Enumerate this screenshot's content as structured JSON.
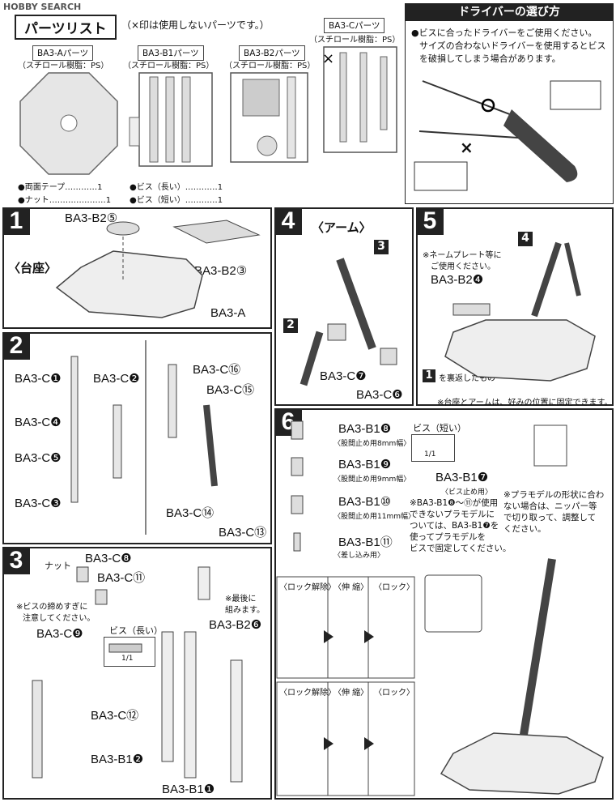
{
  "header": {
    "logo": "HOBBY SEARCH",
    "parts_list_title": "パーツリスト",
    "parts_list_note": "（×印は使用しないパーツです。）"
  },
  "parts": {
    "ba3a": {
      "name": "BA3-Aパーツ",
      "material": "（スチロール樹脂：PS）"
    },
    "ba3b1": {
      "name": "BA3-B1パーツ",
      "material": "（スチロール樹脂：PS）"
    },
    "ba3b2": {
      "name": "BA3-B2パーツ",
      "material": "（スチロール樹脂：PS）"
    },
    "ba3c": {
      "name": "BA3-Cパーツ",
      "material": "（スチロール樹脂：PS）"
    }
  },
  "extras": [
    {
      "name": "●両面テープ",
      "dots": "…………",
      "qty": "1"
    },
    {
      "name": "●ナット",
      "dots": "…………………",
      "qty": "1"
    },
    {
      "name": "●ビス（長い）",
      "dots": "…………",
      "qty": "1"
    },
    {
      "name": "●ビス（短い）",
      "dots": "…………",
      "qty": "1"
    }
  ],
  "driver": {
    "title": "ドライバーの選び方",
    "bullet1": "●ビスに合ったドライバーをご使用ください。",
    "bullet2a": "サイズの合わないドライバーを使用するとビス",
    "bullet2b": "を破損してしまう場合があります。",
    "ok": "○",
    "ng": "×"
  },
  "step1": {
    "num": "1",
    "label_base": "〈台座〉",
    "p1": "BA3-B2⑤",
    "p2": "BA3-B2③",
    "p3": "BA3-A"
  },
  "step2": {
    "num": "2",
    "p1": "BA3-C❶",
    "p2": "BA3-C❷",
    "p3": "BA3-C❹",
    "p4": "BA3-C❺",
    "p5": "BA3-C❸",
    "p6": "BA3-C⑯",
    "p7": "BA3-C⑮",
    "p8": "BA3-C⑭",
    "p9": "BA3-C⑬"
  },
  "step3": {
    "num": "3",
    "nut": "ナット",
    "p1": "BA3-C❽",
    "p2": "BA3-C⑪",
    "p3": "BA3-C❾",
    "warn1": "※ビスの締めすぎに",
    "warn2": "注意してください。",
    "screw": "ビス（長い）",
    "ratio": "1/1",
    "last1": "※最後に",
    "last2": "組みます。",
    "p4": "BA3-B2❻",
    "p5": "BA3-C⑫",
    "p6": "BA3-B1❷",
    "p7": "BA3-B1❶"
  },
  "step4": {
    "num": "4",
    "arm": "〈アーム〉",
    "p1": "3",
    "p2": "2",
    "p3": "BA3-C❼",
    "p4": "BA3-C❻"
  },
  "step5": {
    "num": "5",
    "n4": "4",
    "note1": "※ネームプレート等に",
    "note2": "ご使用ください。",
    "p1": "BA3-B2❹",
    "done": "を裏返したもの",
    "donenum": "1",
    "fix": "※台座とアームは、好みの位置に固定できます。"
  },
  "step6": {
    "num": "6",
    "b8": "BA3-B1❽",
    "b8s": "〈股間止め用8mm幅〉",
    "b9": "BA3-B1❾",
    "b9s": "〈股間止め用9mm幅〉",
    "b10": "BA3-B1⑩",
    "b10s": "〈股間止め用11mm幅〉",
    "b11": "BA3-B1⑪",
    "b11s": "〈差し込み用〉",
    "screw": "ビス（短い）",
    "ratio": "1/1",
    "b7": "BA3-B1❼",
    "b7s": "〈ビス止め用〉",
    "note1": "※BA3-B1❽～⑪が使用",
    "note2": "できないプラモデルに",
    "note3": "ついては、BA3-B1❼を",
    "note4": "使ってプラモデルを",
    "note5": "ビスで固定してください。",
    "adj1": "※プラモデルの形状に合わ",
    "adj2": "ない場合は、ニッパー等",
    "adj3": "で切り取って、調整して",
    "adj4": "ください。",
    "lock_release": "〈ロック解除〉",
    "extend": "〈伸 縮〉",
    "lock": "〈ロック〉"
  }
}
